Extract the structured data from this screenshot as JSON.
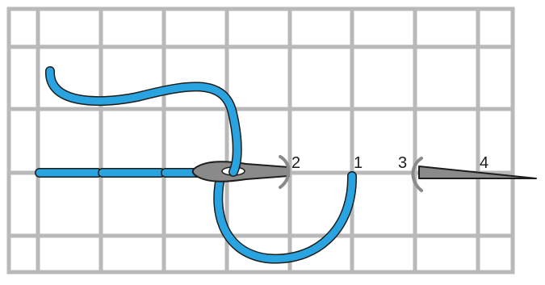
{
  "diagram": {
    "labels": {
      "point_1": "1",
      "point_2": "2",
      "point_3": "3",
      "point_4": "4"
    },
    "colors": {
      "grid": "#b9b9b9",
      "thread": "#2aa4e0",
      "thread_outline": "#1d1d1b",
      "needle": "#8a8a8a",
      "needle_outline": "#1d1d1b",
      "label": "#1d1d1b",
      "background": "#ffffff"
    }
  }
}
